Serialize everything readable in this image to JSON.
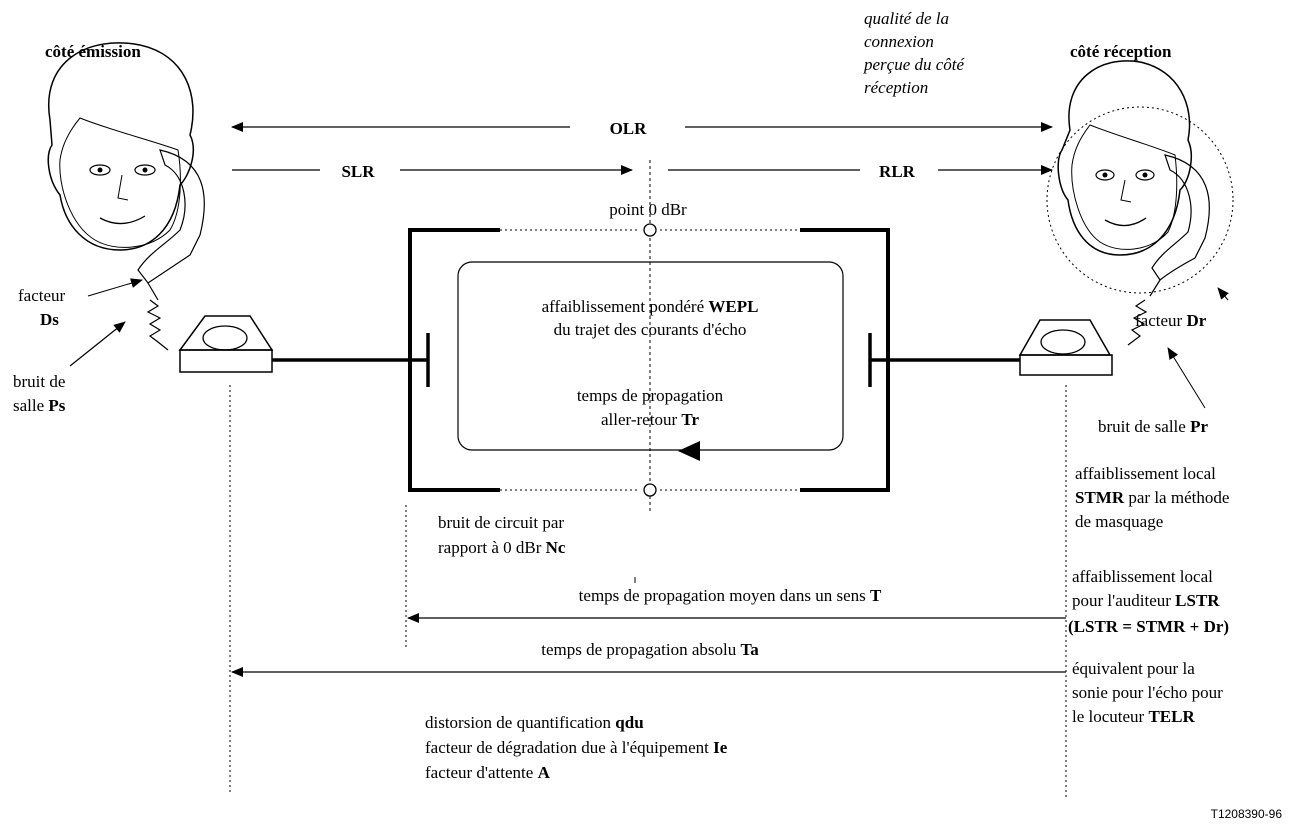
{
  "sender": {
    "title": "côté émission",
    "factor_label": "facteur",
    "factor_code": "Ds",
    "noise_line1": "bruit de",
    "noise_line2": "salle",
    "noise_code": "Ps"
  },
  "receiver": {
    "title": "côté réception",
    "quality_line1": "qualité de la",
    "quality_line2": "connexion",
    "quality_line3": "perçue du côté",
    "quality_line4": "réception",
    "factor_label": "facteur",
    "factor_code": "Dr",
    "noise_label": "bruit de salle",
    "noise_code": "Pr"
  },
  "loudness": {
    "olr": "OLR",
    "slr": "SLR",
    "rlr": "RLR"
  },
  "network": {
    "zero_point": "point 0 dBr",
    "wepl_line1": "affaiblissement pondéré",
    "wepl_code": "WEPL",
    "wepl_line2": "du trajet des courants d'écho",
    "tr_line1": "temps de propagation",
    "tr_line2": "aller-retour",
    "tr_code": "Tr",
    "nc_line1": "bruit de circuit par",
    "nc_line2": "rapport à 0 dBr",
    "nc_code": "Nc"
  },
  "delays": {
    "t_label": "temps de propagation moyen dans un sens",
    "t_code": "T",
    "ta_label": "temps de propagation absolu",
    "ta_code": "Ta"
  },
  "right_params": {
    "stmr_line1": "affaiblissement local",
    "stmr_code": "STMR",
    "stmr_line2": "par la méthode",
    "stmr_line3": "de masquage",
    "lstr_line1": "affaiblissement local",
    "lstr_line2": "pour l'auditeur",
    "lstr_code": "LSTR",
    "lstr_formula": "LSTR = STMR + Dr",
    "telr_line1": "équivalent pour la",
    "telr_line2": "sonie pour l'écho pour",
    "telr_line3": "le locuteur",
    "telr_code": "TELR"
  },
  "bottom_params": {
    "qdu_label": "distorsion de quantification",
    "qdu_code": "qdu",
    "ie_label": "facteur de dégradation due à l'équipement",
    "ie_code": "Ie",
    "a_label": "facteur d'attente",
    "a_code": "A"
  },
  "figure_id": "T1208390-96"
}
